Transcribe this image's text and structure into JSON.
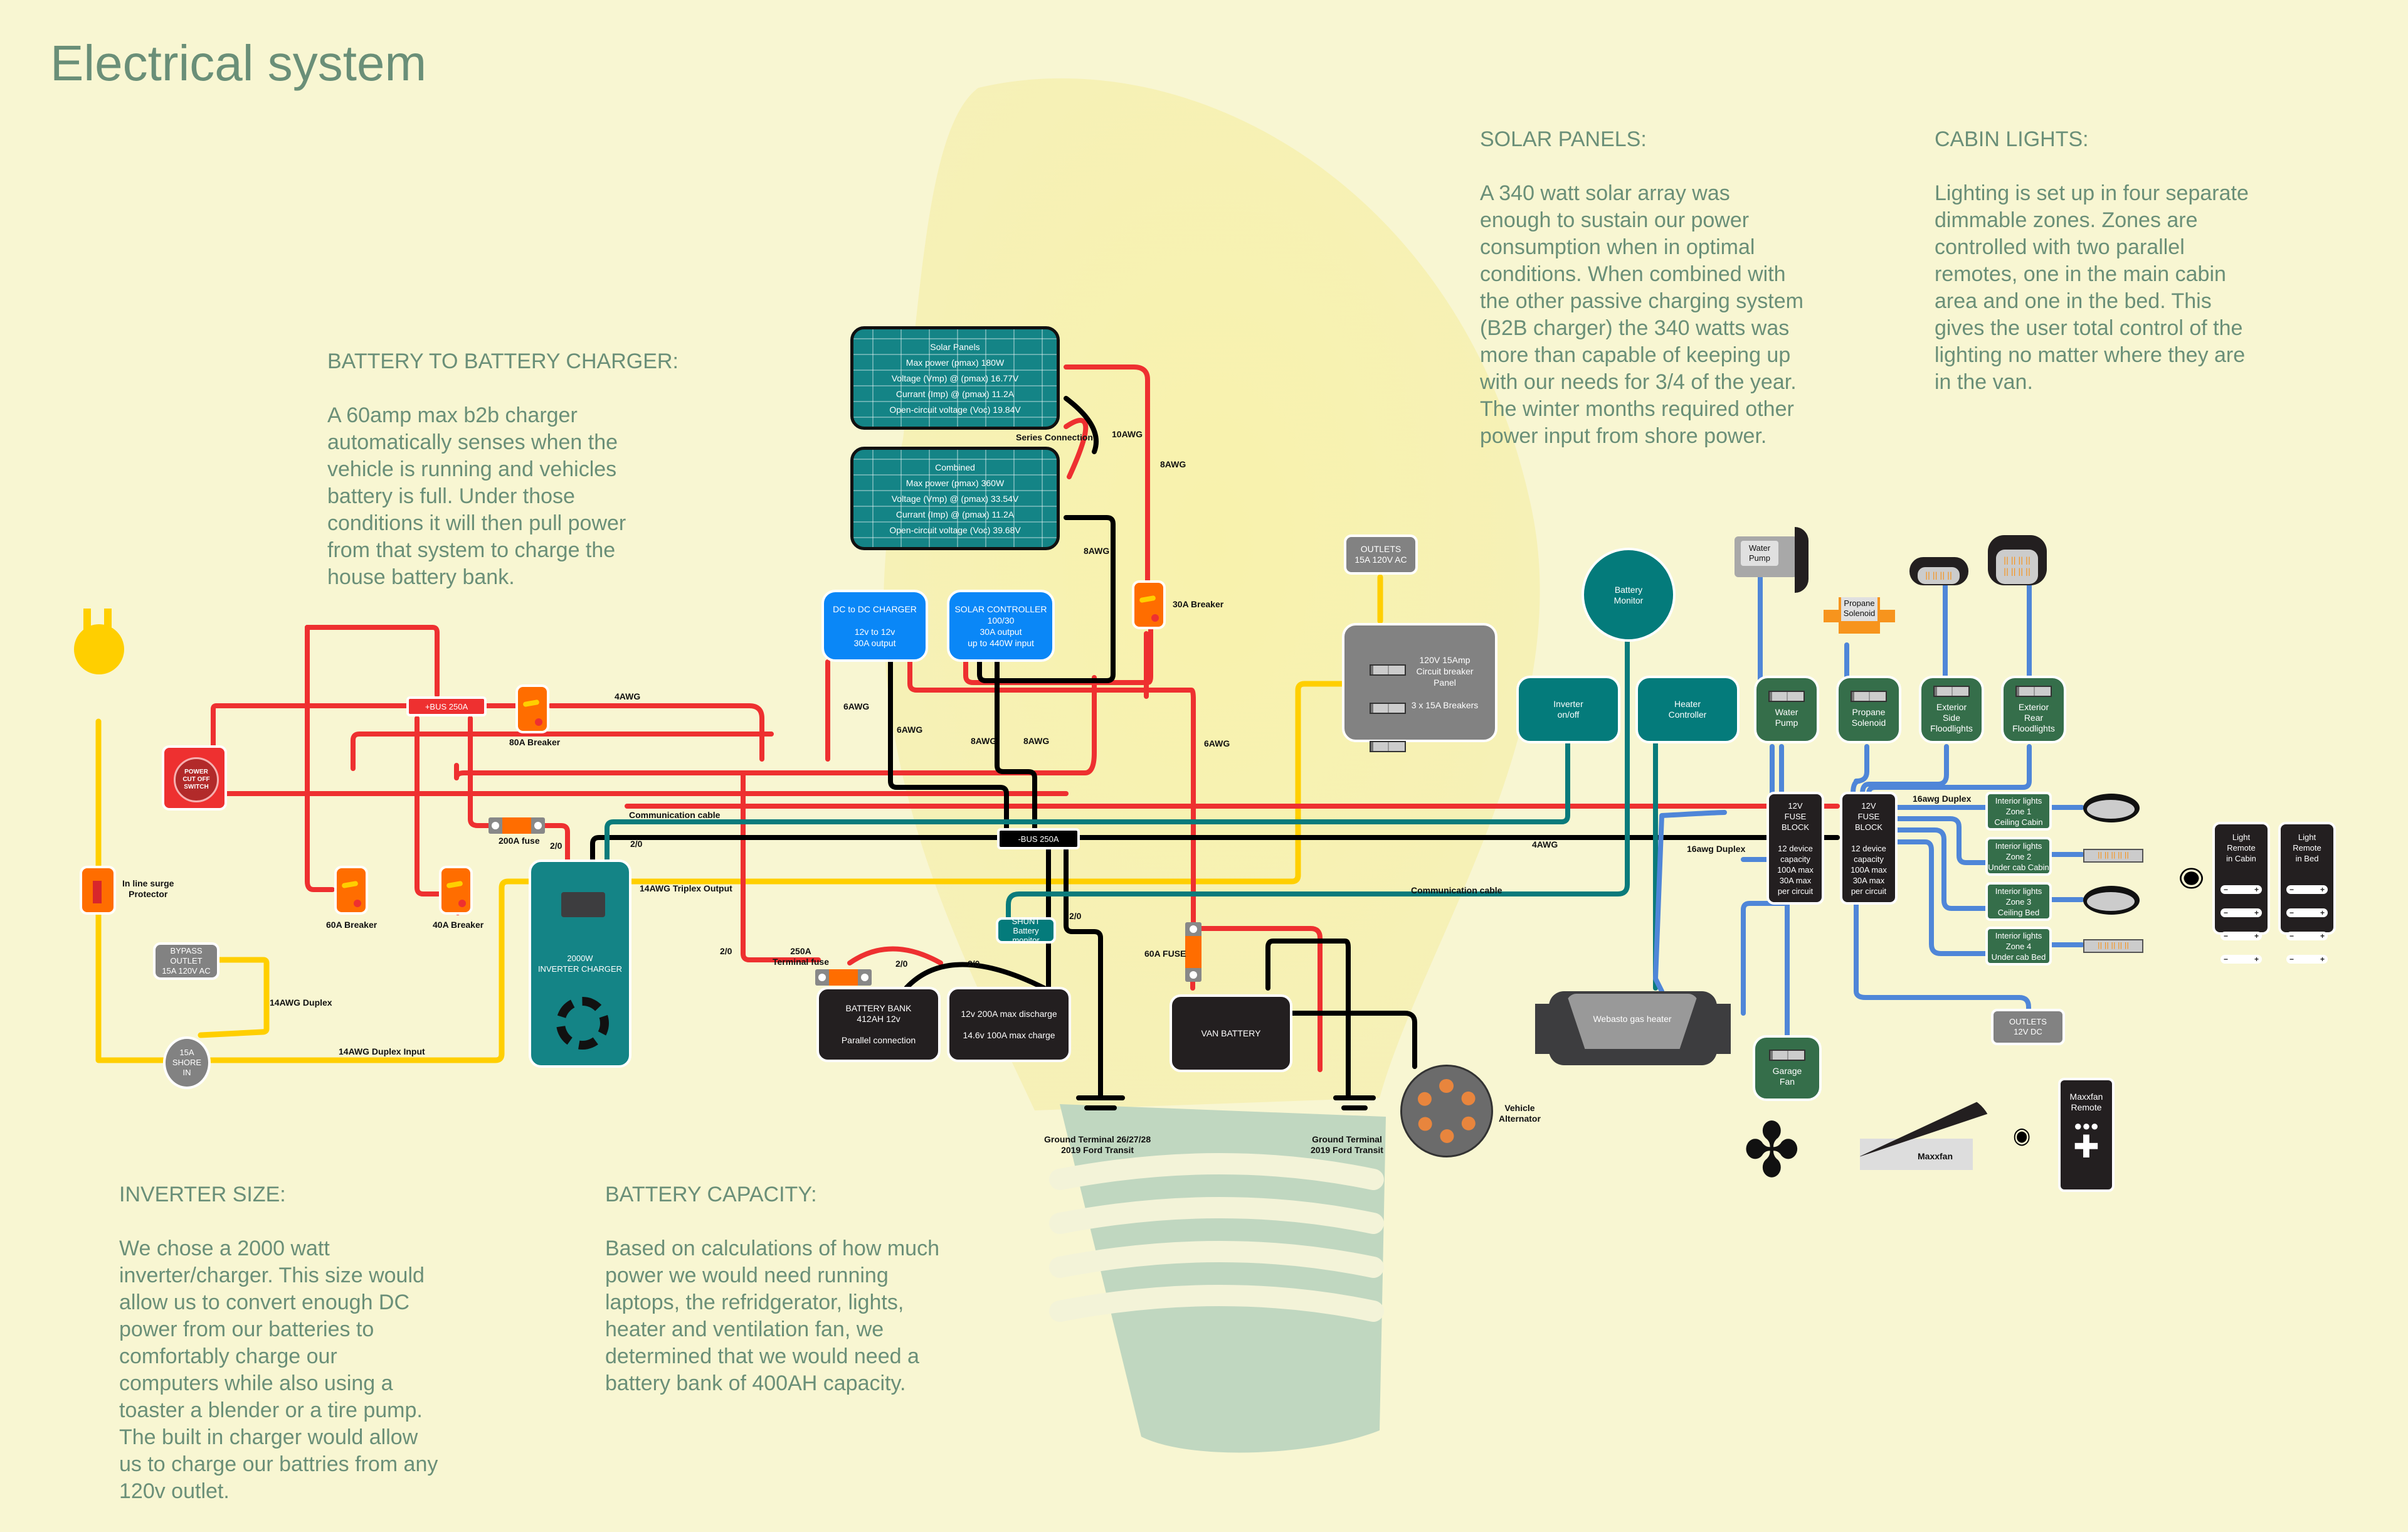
{
  "title": "Electrical system",
  "notes": {
    "b2b": {
      "heading": "BATTERY TO BATTERY CHARGER:",
      "body": "A 60amp max b2b charger\nautomatically senses when the\nvehicle is running and vehicles\nbattery is full.  Under those\nconditions it will then pull power\nfrom that system to charge the\nhouse battery bank."
    },
    "solar": {
      "heading": "SOLAR PANELS:",
      "body": "A 340 watt solar array was\nenough to sustain our power\nconsumption when in optimal\nconditions.  When combined with\nthe other passive charging system\n(B2B charger) the 340 watts was\nmore than capable of keeping up\nwith our needs for 3/4 of the year.\nThe winter months required other\npower input from shore power."
    },
    "cabin_lights": {
      "heading": "CABIN LIGHTS:",
      "body": "Lighting is set up in four separate\ndimmable zones.  Zones are\ncontrolled with two parallel\nremotes, one in the main cabin\narea and one in the bed.  This\ngives the user total control of the\nlighting no matter where they are\nin the van."
    },
    "inverter": {
      "heading": "INVERTER SIZE:",
      "body": "We chose a 2000 watt\ninverter/charger.  This size would\nallow us to convert enough DC\npower from our batteries to\ncomfortably charge our\ncomputers while also using a\ntoaster a blender or a tire pump.\nThe built in charger would allow\nus to charge our battries from any\n120v outlet."
    },
    "battery": {
      "heading": "BATTERY CAPACITY:",
      "body": "Based on calculations of how much\npower we would need running\nlaptops, the refridgerator, lights,\nheater and  ventilation fan, we\ndetermined that we would need a\nbattery bank of 400AH capacity."
    }
  },
  "solar_panels": {
    "single": [
      "Solar Panels",
      "Max power (pmax) 180W",
      "Voltage (Vmp) @ (pmax) 16.77V",
      "Currant (Imp) @ (pmax) 11.2A",
      "Open-circuit voltage (Voc) 19.84V"
    ],
    "combined": [
      "Combined",
      "Max power (pmax) 360W",
      "Voltage (Vmp) @ (pmax) 33.54V",
      "Currant (Imp) @ (pmax) 11.2A",
      "Open-circuit voltage (Voc) 39.68V"
    ],
    "series_label": "Series Connection"
  },
  "components": {
    "dc_dc": "DC to DC CHARGER\n\n12v to 12v\n30A output",
    "solar_controller": "SOLAR CONTROLLER\n100/30\n30A output\nup to 440W input",
    "outlets_ac": "OUTLETS\n15A 120V AC",
    "breaker_panel": "120V 15Amp\nCircuit breaker\nPanel\n\n3 x 15A Breakers",
    "battery_monitor": "Battery\nMonitor",
    "inverter_onoff": "Inverter\non/off",
    "heater_controller": "Heater\nController",
    "pos_bus": "+BUS 250A",
    "neg_bus": "-BUS 250A",
    "power_cutoff": "POWER\nCUT OFF\nSWITCH",
    "surge": "In line surge\nProtector",
    "bypass_outlet": "BYPASS OUTLET\n15A 120V AC",
    "shore_in": "15A\nSHORE\nIN",
    "inverter_charger": "2000W\nINVERTER CHARGER",
    "battery_bank": "BATTERY BANK\n412AH 12v\n\nParallel connection",
    "battery_specs": "12v 200A max discharge\n\n14.6v 100A max charge",
    "shunt": "SHUNT\nBattery monitor",
    "van_battery": "VAN BATTERY",
    "alternator": "Vehicle\nAlternator",
    "ground1": "Ground Terminal 26/27/28\n2019 Ford Transit",
    "ground2": "Ground Terminal\n2019 Ford Transit",
    "fuse_block": "12V\nFUSE\nBLOCK\n\n12 device\ncapacity\n100A max\n30A  max\nper circuit",
    "webasto": "Webasto gas heater",
    "garage_fan": "Garage\nFan",
    "maxxfan": "Maxxfan",
    "maxxfan_remote": "Maxxfan\nRemote",
    "outlets_dc": "OUTLETS\n12V DC",
    "water_pump_device": "Water\nPump",
    "propane_device": "Propane\nSolenoid"
  },
  "switches": [
    "Water\nPump",
    "Propane\nSolenoid",
    "Exterior\nSide\nFloodlights",
    "Exterior\nRear\nFloodlights"
  ],
  "light_zones": [
    "Interior lights\nZone 1\nCeiling Cabin",
    "Interior lights\nZone 2\nUnder cab Cabin",
    "Interior lights\nZone 3\nCeiling Bed",
    "Interior lights\nZone 4\nUnder cab Bed"
  ],
  "remotes": [
    "Light\nRemote\nin Cabin",
    "Light\nRemote\nin Bed"
  ],
  "breakers": {
    "b80": "80A Breaker",
    "b60": "60A Breaker",
    "b40": "40A Breaker",
    "b30": "30A Breaker"
  },
  "fuses": {
    "f200": "200A fuse",
    "f250": "250A\nTerminal fuse",
    "f60": "60A FUSE"
  },
  "wire_labels": {
    "awg4_top": "4AWG",
    "awg10": "10AWG",
    "awg8_red": "8AWG",
    "awg8_black": "8AWG",
    "awg6_a": "6AWG",
    "awg6_b": "6AWG",
    "awg8_c": "8AWG",
    "awg8_d": "8AWG",
    "awg6_c": "6AWG",
    "comm1": "Communication cable",
    "comm2": "Communication cable",
    "twoought_a": "2/0",
    "twoought_b": "2/0",
    "twoought_c": "2/0",
    "twoought_d": "2/0",
    "twoought_e": "2/0",
    "twoought_f": "2/0",
    "triplex": "14AWG Triplex Output",
    "duplex": "14AWG Duplex",
    "duplex_input": "14AWG Duplex Input",
    "awg4_mid": "4AWG",
    "awg16a": "16awg Duplex",
    "awg16b": "16awg Duplex"
  },
  "colors": {
    "positive": "#ee3030",
    "negative": "#000000",
    "ac": "#ffcf00",
    "comm": "#0a7b7b",
    "dc_load": "#4f86d8",
    "background": "#f8f6d2",
    "text_accent": "#6a8f78"
  }
}
